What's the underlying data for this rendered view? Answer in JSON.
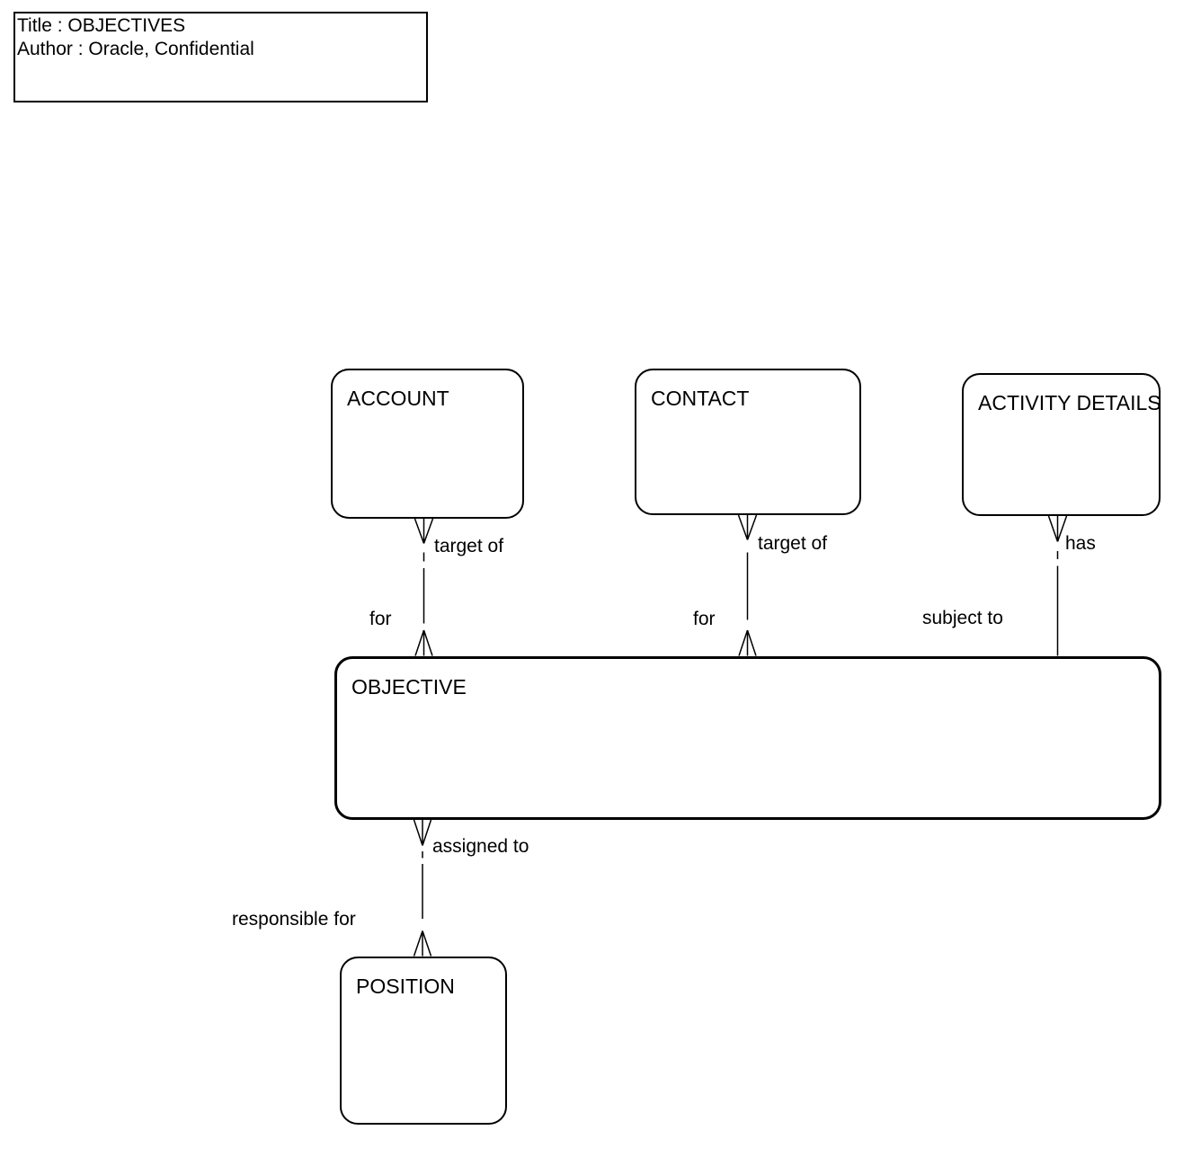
{
  "title_box": {
    "title": "Title : OBJECTIVES",
    "author": "Author : Oracle, Confidential"
  },
  "entities": {
    "account": {
      "name": "ACCOUNT"
    },
    "contact": {
      "name": "CONTACT"
    },
    "activity_details": {
      "name": "ACTIVITY DETAILS"
    },
    "objective": {
      "name": "OBJECTIVE"
    },
    "position": {
      "name": "POSITION"
    }
  },
  "relationships": {
    "objective_account": {
      "label_at_account": "target of",
      "label_at_objective": "for"
    },
    "objective_contact": {
      "label_at_contact": "target of",
      "label_at_objective": "for"
    },
    "objective_activity_details": {
      "label_at_activity_details": "has",
      "label_at_objective": "subject to"
    },
    "objective_position": {
      "label_at_objective": "assigned to",
      "label_at_position": "responsible for"
    }
  },
  "colors": {
    "background": "#ffffff",
    "line": "#000000",
    "text": "#000000"
  }
}
